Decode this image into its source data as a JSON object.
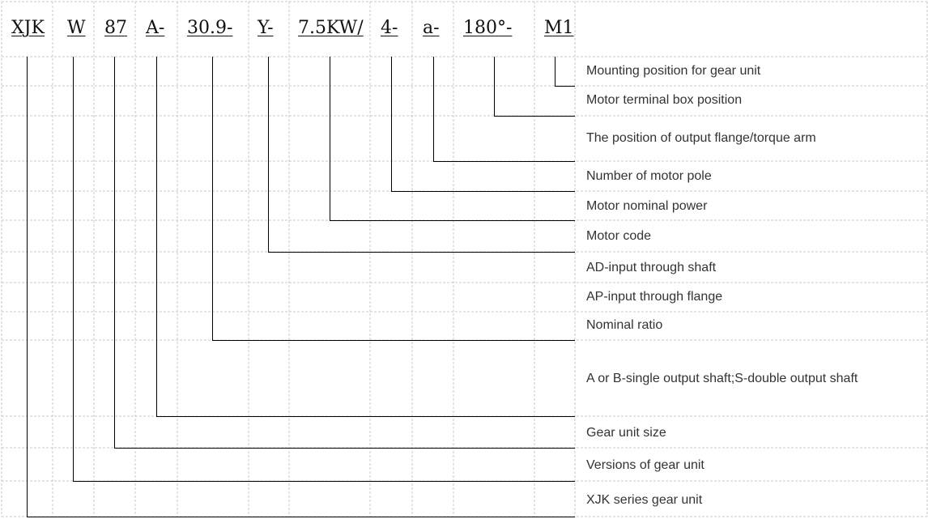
{
  "model_code": {
    "segments": [
      "XJK",
      "W",
      "87",
      "A-",
      "30.9-",
      "Y-",
      "7.5KW/",
      "4-",
      "a-",
      "180°-",
      "M1"
    ]
  },
  "descriptions": [
    "Mounting position for gear unit",
    "Motor terminal box position",
    "The position of output flange/torque arm",
    "Number of motor pole",
    "Motor nominal power",
    "Motor code",
    "AD-input through shaft",
    "AP-input through flange",
    "Nominal ratio",
    "A or B-single output shaft;S-double output shaft",
    "Gear unit size",
    "Versions of gear unit",
    "XJK series gear unit"
  ],
  "colors": {
    "grid": "#c8c8c8",
    "lines": "#000000",
    "code_text": "#111111",
    "label_text": "#333333"
  }
}
